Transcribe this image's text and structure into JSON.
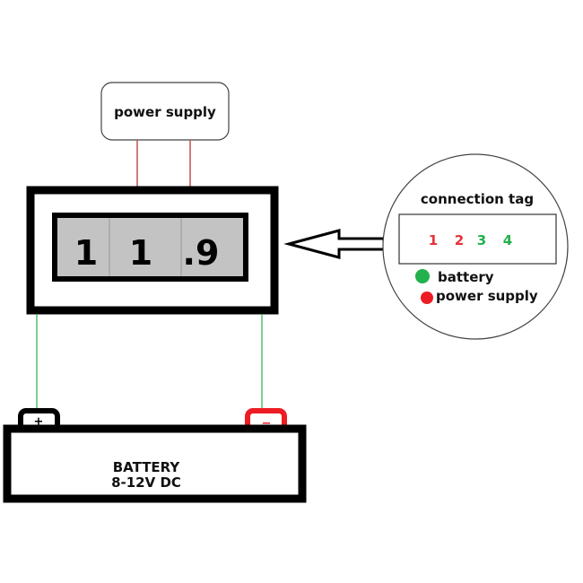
{
  "power_supply": {
    "label": "power supply"
  },
  "display": {
    "digits": [
      "1",
      "1",
      ".9"
    ]
  },
  "connection_tag": {
    "title": "connection tag",
    "pins": [
      {
        "label": "1",
        "color": "#e8303a"
      },
      {
        "label": "2",
        "color": "#e8303a"
      },
      {
        "label": "3",
        "color": "#22b14c"
      },
      {
        "label": "4",
        "color": "#22b14c"
      }
    ],
    "legend": [
      {
        "label": "battery",
        "color": "#22b14c"
      },
      {
        "label": "power supply",
        "color": "#ed1c24"
      }
    ]
  },
  "battery": {
    "title": "BATTERY",
    "spec": "8-12V DC",
    "positive": "+",
    "negative": "−"
  },
  "colors": {
    "wire_power": "#c0504d",
    "wire_battery": "#22b14c",
    "display_bg": "#c3c3c3"
  }
}
